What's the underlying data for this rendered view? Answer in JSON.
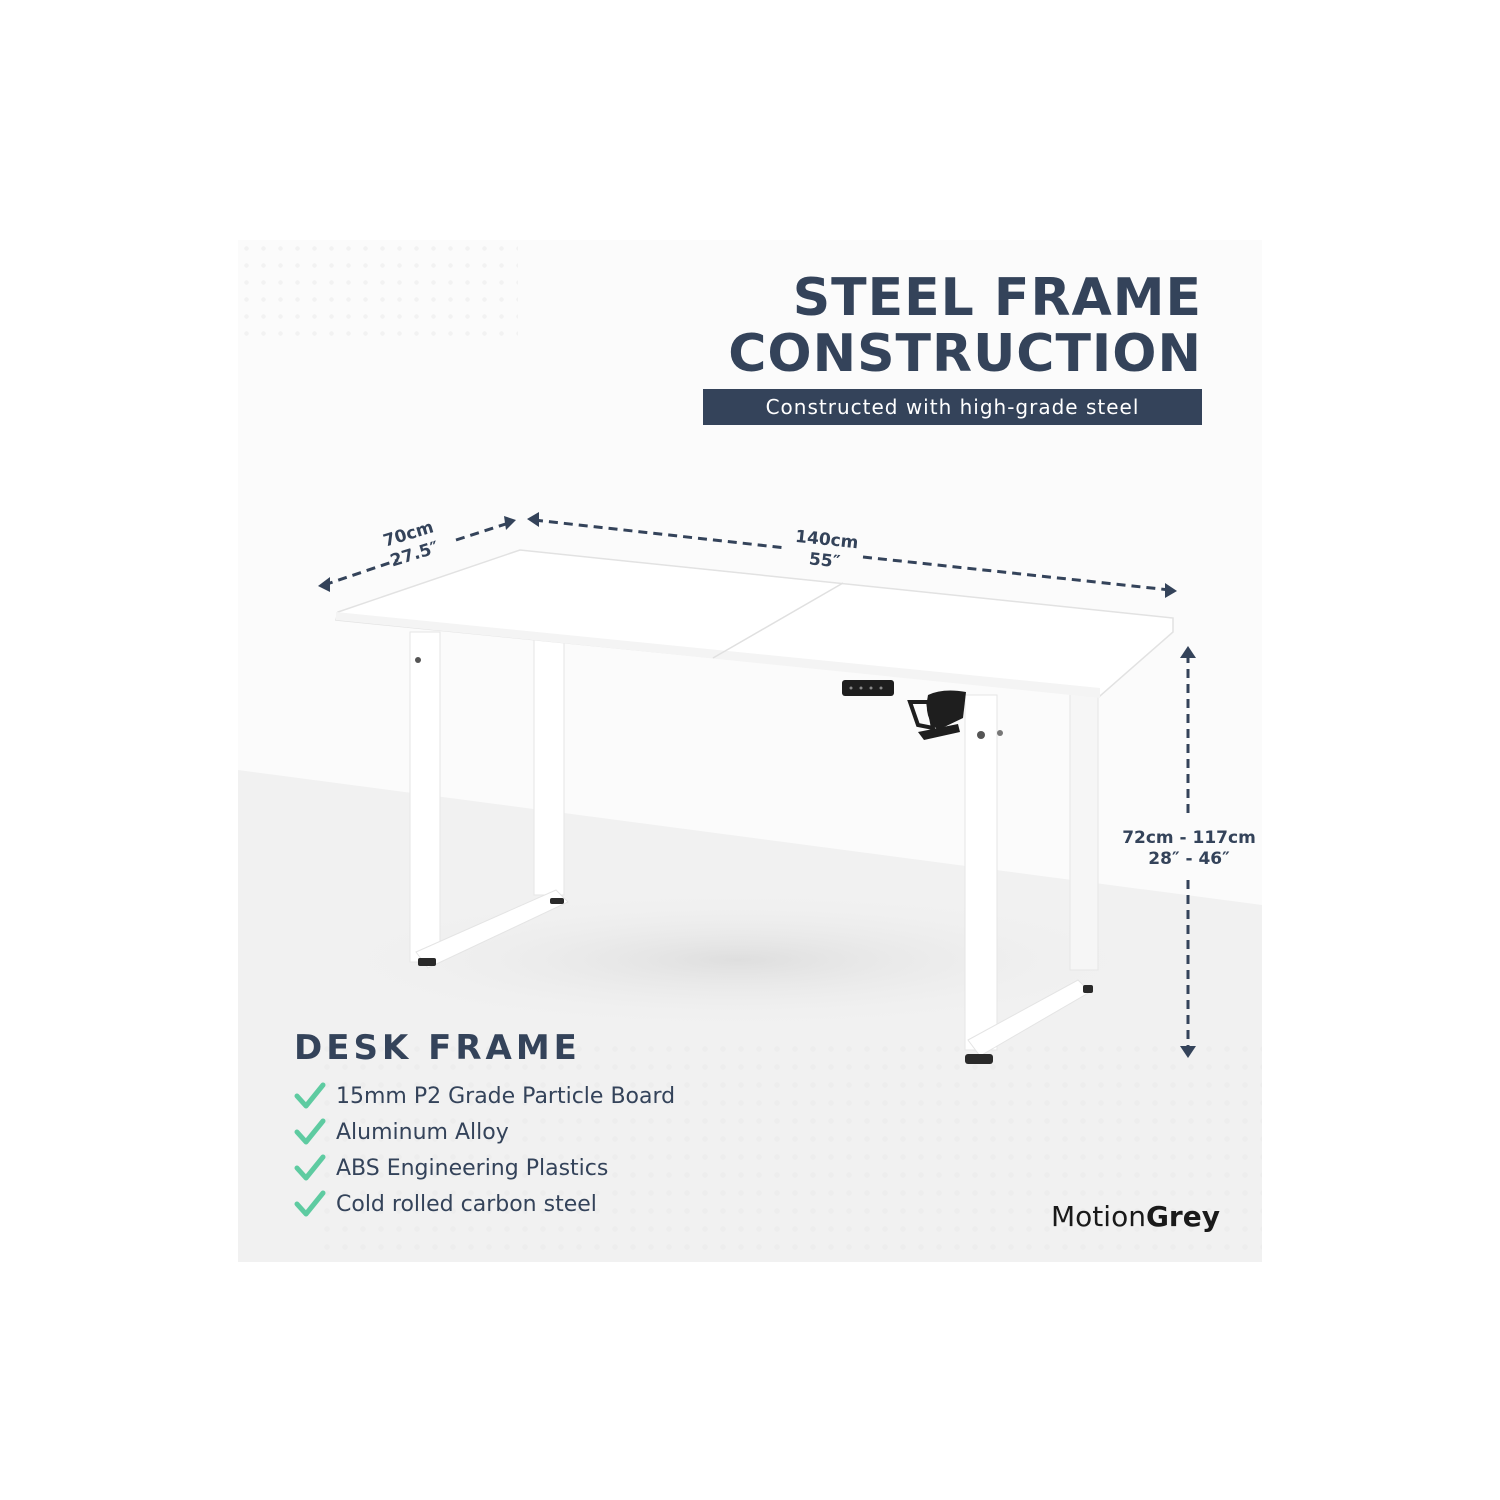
{
  "header": {
    "title_line1": "STEEL FRAME",
    "title_line2": "CONSTRUCTION",
    "subtitle": "Constructed with high-grade steel"
  },
  "dimensions": {
    "depth_cm": "70cm",
    "depth_in": "27.5″",
    "width_cm": "140cm",
    "width_in": "55″",
    "height_cm": "72cm - 117cm",
    "height_in": "28″ - 46″"
  },
  "features": {
    "heading": "DESK FRAME",
    "items": [
      {
        "icon": "check-icon",
        "label": "15mm P2 Grade Particle Board"
      },
      {
        "icon": "check-icon",
        "label": "Aluminum Alloy"
      },
      {
        "icon": "check-icon",
        "label": "ABS Engineering Plastics"
      },
      {
        "icon": "check-icon",
        "label": "Cold rolled carbon steel"
      }
    ]
  },
  "brand": {
    "light": "Motion",
    "bold": "Grey"
  },
  "colors": {
    "navy": "#34435a",
    "check": "#5ecba1",
    "background": "#fbfbfb",
    "floor": "#f1f1f1"
  }
}
